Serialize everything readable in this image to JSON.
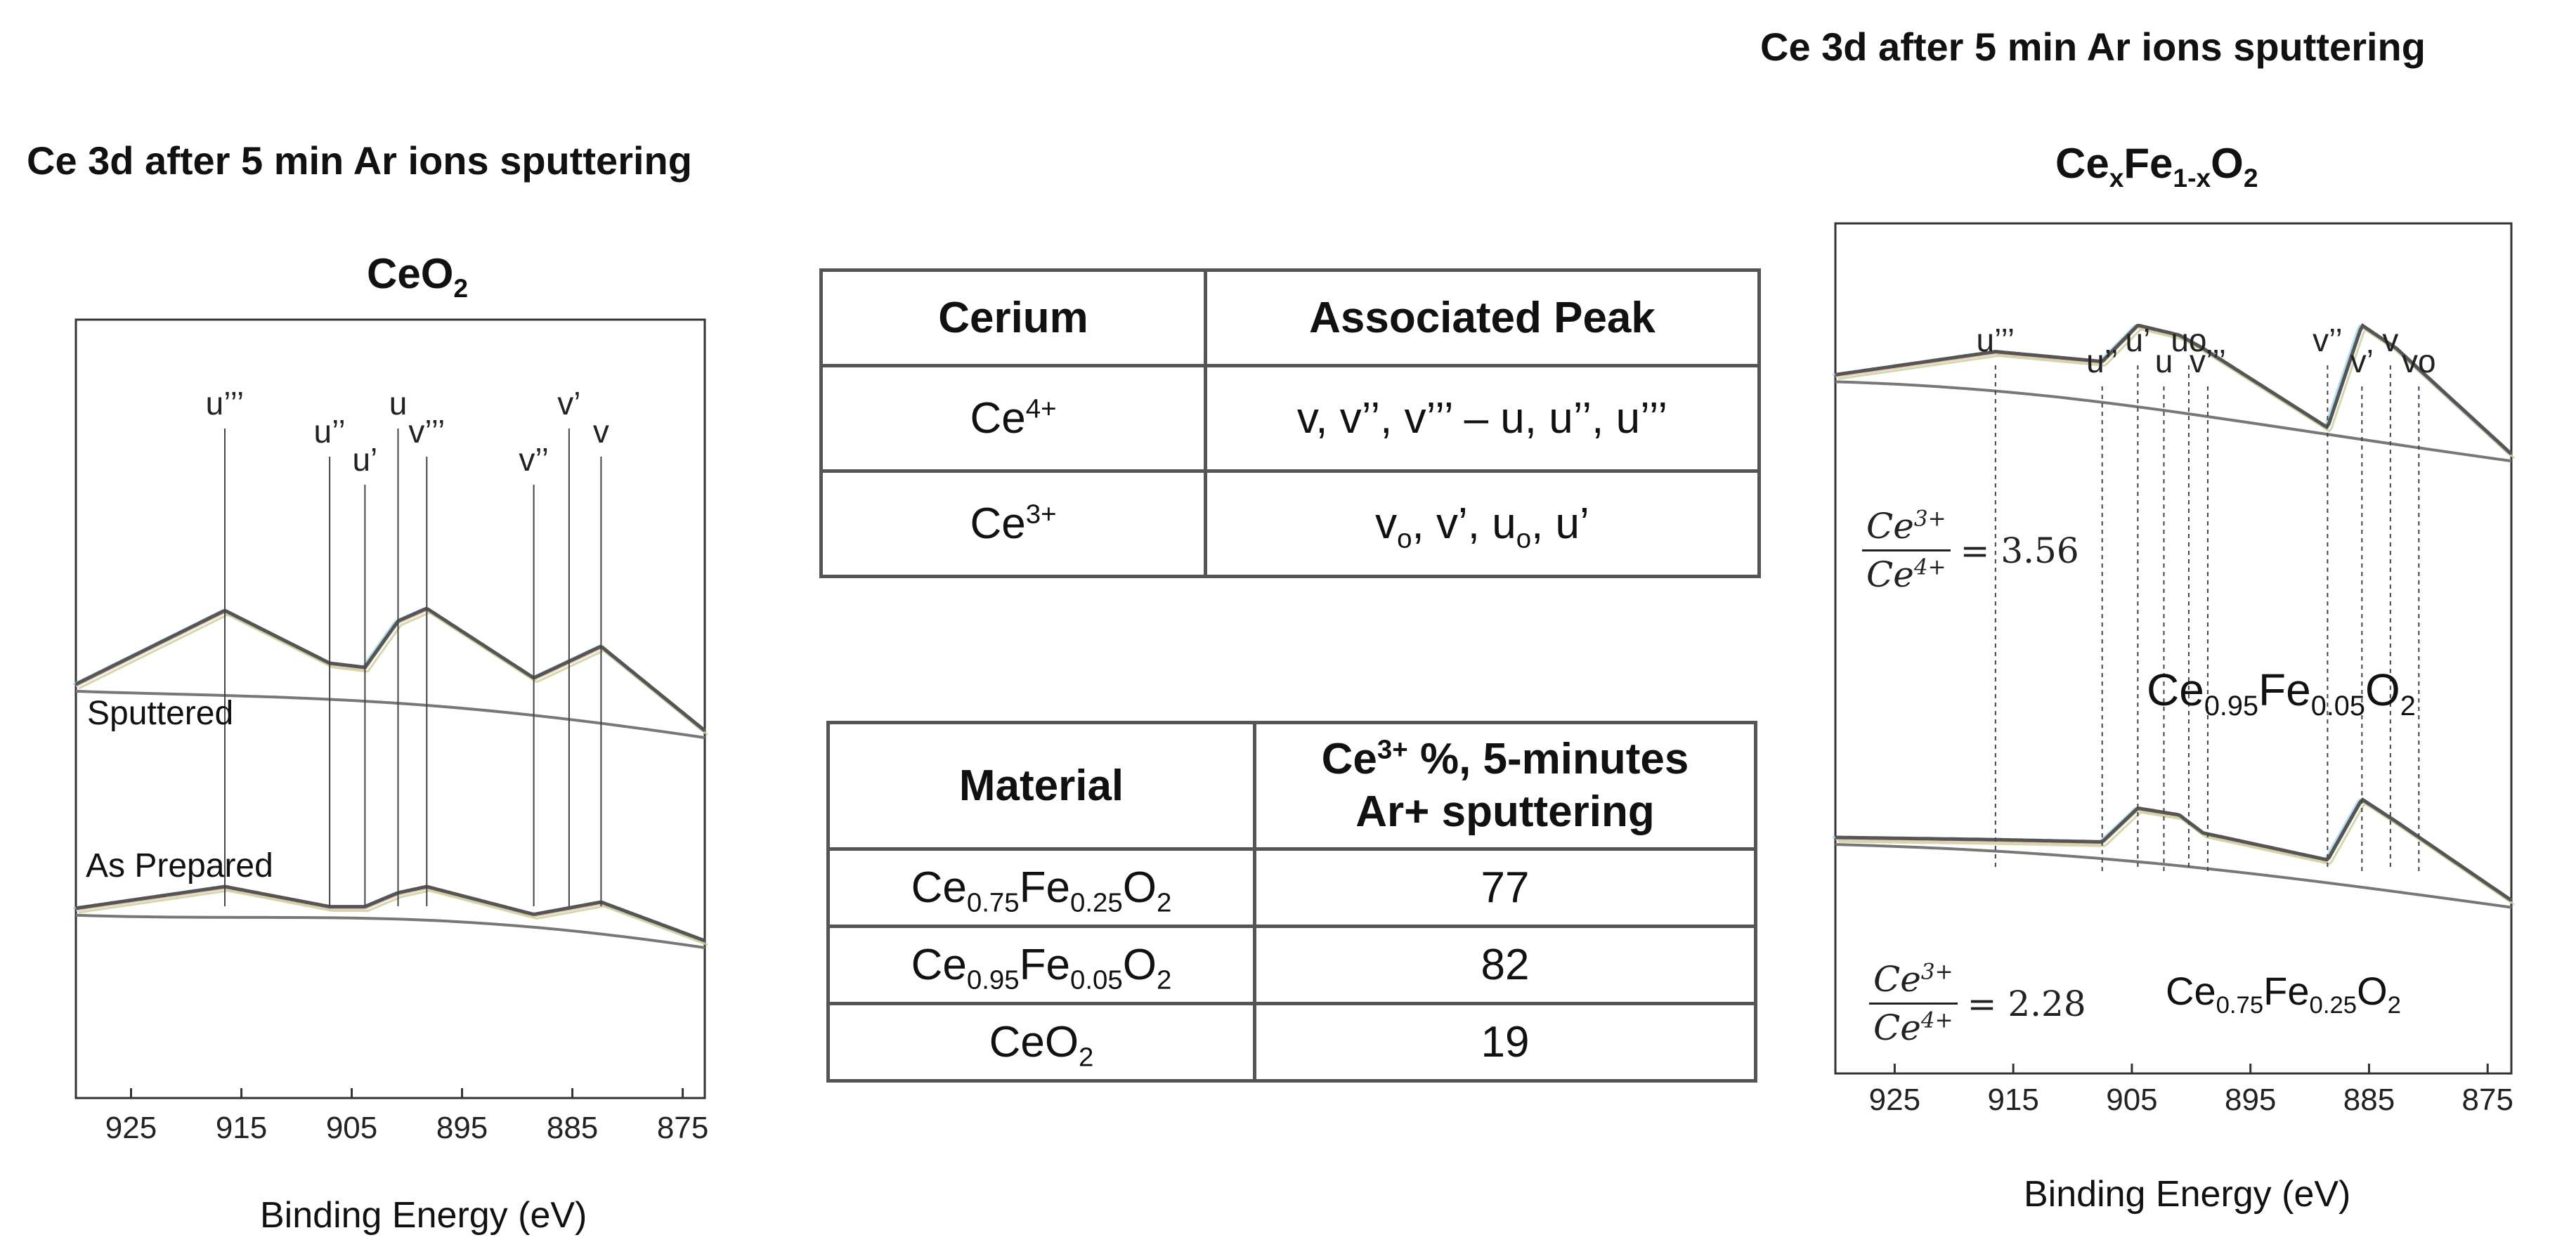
{
  "left_panel": {
    "heading": "Ce 3d after 5 min Ar ions sputtering",
    "title_base": "CeO",
    "title_sub": "2",
    "trace_labels": {
      "sputtered": "Sputtered",
      "as_prepared": "As Prepared"
    },
    "xlabel": "Binding  Energy  (eV)",
    "x_ticks": [
      "925",
      "915",
      "905",
      "895",
      "885",
      "875"
    ]
  },
  "right_panel": {
    "heading": "Ce 3d after 5 min Ar ions sputtering",
    "title_parts": [
      "Ce",
      "x",
      "Fe",
      "1-x",
      "O",
      "2"
    ],
    "ratio_upper": {
      "num": "Ce",
      "num_sup": "3+",
      "den": "Ce",
      "den_sup": "4+",
      "value": "= 3.56"
    },
    "ratio_lower": {
      "num": "Ce",
      "num_sup": "3+",
      "den": "Ce",
      "den_sup": "4+",
      "value": "= 2.28"
    },
    "sample_upper": [
      "Ce",
      "0.95",
      "Fe",
      "0.05",
      "O",
      "2"
    ],
    "sample_lower": [
      "Ce",
      "0.75",
      "Fe",
      "0.25",
      "O",
      "2"
    ],
    "xlabel": "Binding  Energy  (eV)",
    "x_ticks": [
      "925",
      "915",
      "905",
      "895",
      "885",
      "875"
    ]
  },
  "table_peaks": {
    "headers": [
      "Cerium",
      "Associated Peak"
    ],
    "rows": [
      {
        "cerium_base": "Ce",
        "cerium_sup": "4+",
        "peaks": "v, v’’, v’’’ – u, u’’, u’’’"
      },
      {
        "cerium_base": "Ce",
        "cerium_sup": "3+",
        "peaks_parts": [
          "v",
          "o",
          ", v’, u",
          "o",
          ", u’"
        ]
      }
    ]
  },
  "table_materials": {
    "header_material": "Material",
    "header_value_parts": [
      "Ce",
      "3+",
      " %, 5-minutes",
      "Ar+ sputtering"
    ],
    "rows": [
      {
        "material": [
          "Ce",
          "0.75",
          "Fe",
          "0.25",
          "O",
          "2"
        ],
        "value": "77"
      },
      {
        "material": [
          "Ce",
          "0.95",
          "Fe",
          "0.05",
          "O",
          "2"
        ],
        "value": "82"
      },
      {
        "material": [
          "CeO",
          "2"
        ],
        "value": "19"
      }
    ]
  },
  "chart_data": [
    {
      "type": "line",
      "title": "CeO2",
      "xlabel": "Binding  Energy  (eV)",
      "ylabel": "",
      "xlim": [
        930,
        873
      ],
      "x_reversed": true,
      "x_ticks": [
        925,
        915,
        905,
        895,
        885,
        875
      ],
      "series": [
        {
          "name": "Sputtered",
          "x": [
            930,
            916.5,
            907,
            903.8,
            900.8,
            898.2,
            888.5,
            882.4,
            873
          ],
          "y": [
            0.52,
            0.87,
            0.62,
            0.6,
            0.82,
            0.88,
            0.55,
            0.7,
            0.3
          ]
        },
        {
          "name": "As Prepared",
          "x": [
            930,
            916.5,
            907,
            903.8,
            900.8,
            898.2,
            888.5,
            882.4,
            873
          ],
          "y": [
            0.26,
            0.4,
            0.27,
            0.27,
            0.36,
            0.4,
            0.22,
            0.3,
            0.05
          ]
        }
      ],
      "peak_labels": [
        {
          "label": "u’’’",
          "x": 916.5
        },
        {
          "label": "u’’",
          "x": 907
        },
        {
          "label": "u’",
          "x": 903.8
        },
        {
          "label": "u",
          "x": 900.8
        },
        {
          "label": "v’’’",
          "x": 898.2
        },
        {
          "label": "v’’",
          "x": 888.5
        },
        {
          "label": "v’",
          "x": 885.3
        },
        {
          "label": "v",
          "x": 882.4
        }
      ],
      "grid": false
    },
    {
      "type": "line",
      "title": "CexFe1-xO2",
      "xlabel": "Binding  Energy  (eV)",
      "ylabel": "",
      "xlim": [
        930,
        873
      ],
      "x_reversed": true,
      "x_ticks": [
        925,
        915,
        905,
        895,
        885,
        875
      ],
      "series": [
        {
          "name": "Ce0.95Fe0.05O2",
          "x": [
            930,
            916.5,
            907.5,
            904.5,
            901,
            899,
            888.5,
            885.6,
            882.7,
            873
          ],
          "y": [
            0.78,
            0.85,
            0.82,
            0.93,
            0.9,
            0.86,
            0.62,
            0.93,
            0.86,
            0.54
          ]
        },
        {
          "name": "Ce0.75Fe0.25O2",
          "x": [
            930,
            916.5,
            907.5,
            904.5,
            901,
            899,
            888.5,
            885.6,
            882.7,
            873
          ],
          "y": [
            0.4,
            0.39,
            0.38,
            0.53,
            0.5,
            0.42,
            0.3,
            0.57,
            0.47,
            0.12
          ]
        }
      ],
      "peak_labels": [
        {
          "label": "u’’’",
          "x": 916.5
        },
        {
          "label": "u’’",
          "x": 907.5
        },
        {
          "label": "u’",
          "x": 904.5
        },
        {
          "label": "u",
          "x": 902.3
        },
        {
          "label": "uo",
          "x": 900.2
        },
        {
          "label": "v’’’",
          "x": 898.6
        },
        {
          "label": "v’’",
          "x": 888.5
        },
        {
          "label": "v’",
          "x": 885.6
        },
        {
          "label": "v",
          "x": 883.2
        },
        {
          "label": "vo",
          "x": 880.8
        }
      ],
      "ratios": {
        "upper": 3.56,
        "lower": 2.28
      },
      "grid": false
    }
  ]
}
